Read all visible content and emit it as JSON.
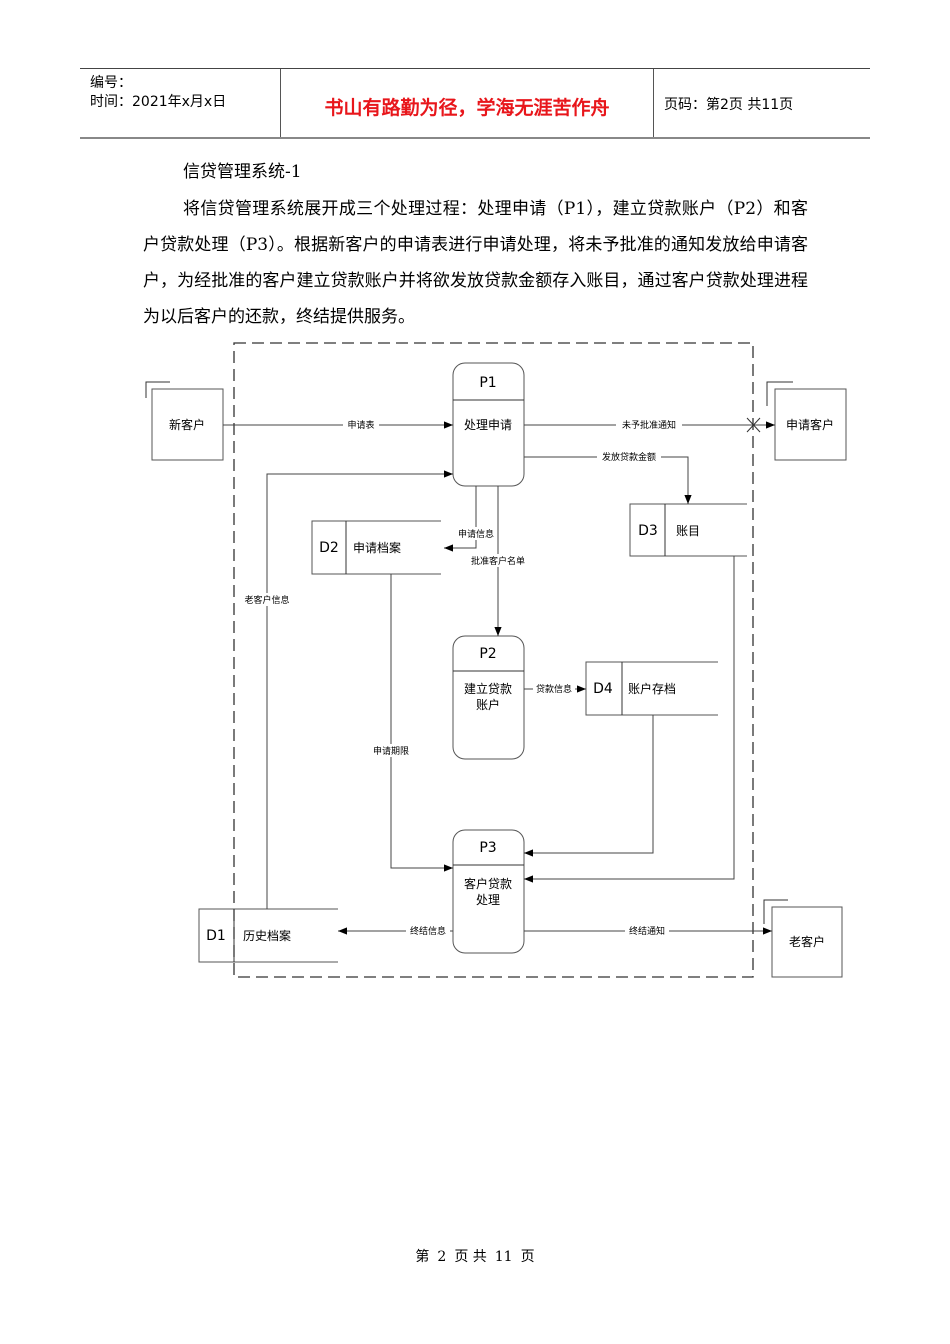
{
  "header": {
    "number_label": "编号：",
    "date_label": "时间：2021年x月x日",
    "motto": "书山有路勤为径，学海无涯苦作舟",
    "page_info": "页码：第2页  共11页"
  },
  "document": {
    "subtitle": "信贷管理系统-1",
    "paragraph": "将信贷管理系统展开成三个处理过程：处理申请（P1），建立贷款账户（P2）和客户贷款处理（P3）。根据新客户的申请表进行申请处理，将未予批准的通知发放给申请客户，为经批准的客户建立贷款账户并将欲发放贷款金额存入账目，通过客户贷款处理进程为以后客户的还款，终结提供服务。"
  },
  "diagram": {
    "processes": [
      {
        "id": "P1",
        "label": "处理申请"
      },
      {
        "id": "P2",
        "label_line1": "建立贷款",
        "label_line2": "账户"
      },
      {
        "id": "P3",
        "label_line1": "客户贷款",
        "label_line2": "处理"
      }
    ],
    "entities": {
      "new_customer": "新客户",
      "applicant": "申请客户",
      "old_customer": "老客户"
    },
    "stores": [
      {
        "id": "D1",
        "label": "历史档案"
      },
      {
        "id": "D2",
        "label": "申请档案"
      },
      {
        "id": "D3",
        "label": "账目"
      },
      {
        "id": "D4",
        "label": "账户存档"
      }
    ],
    "flows": {
      "application_form": "申请表",
      "rejection_notice": "未予批准通知",
      "loan_amount": "发放贷款金额",
      "application_info": "申请信息",
      "approved_list": "批准客户名单",
      "old_customer_info": "老客户信息",
      "loan_info": "贷款信息",
      "application_term": "申请期限",
      "termination_info": "终结信息",
      "termination_notice": "终结通知"
    }
  },
  "footer": {
    "prefix": "第",
    "page": "2",
    "mid": "页  共",
    "total": "11",
    "suffix": "页"
  }
}
